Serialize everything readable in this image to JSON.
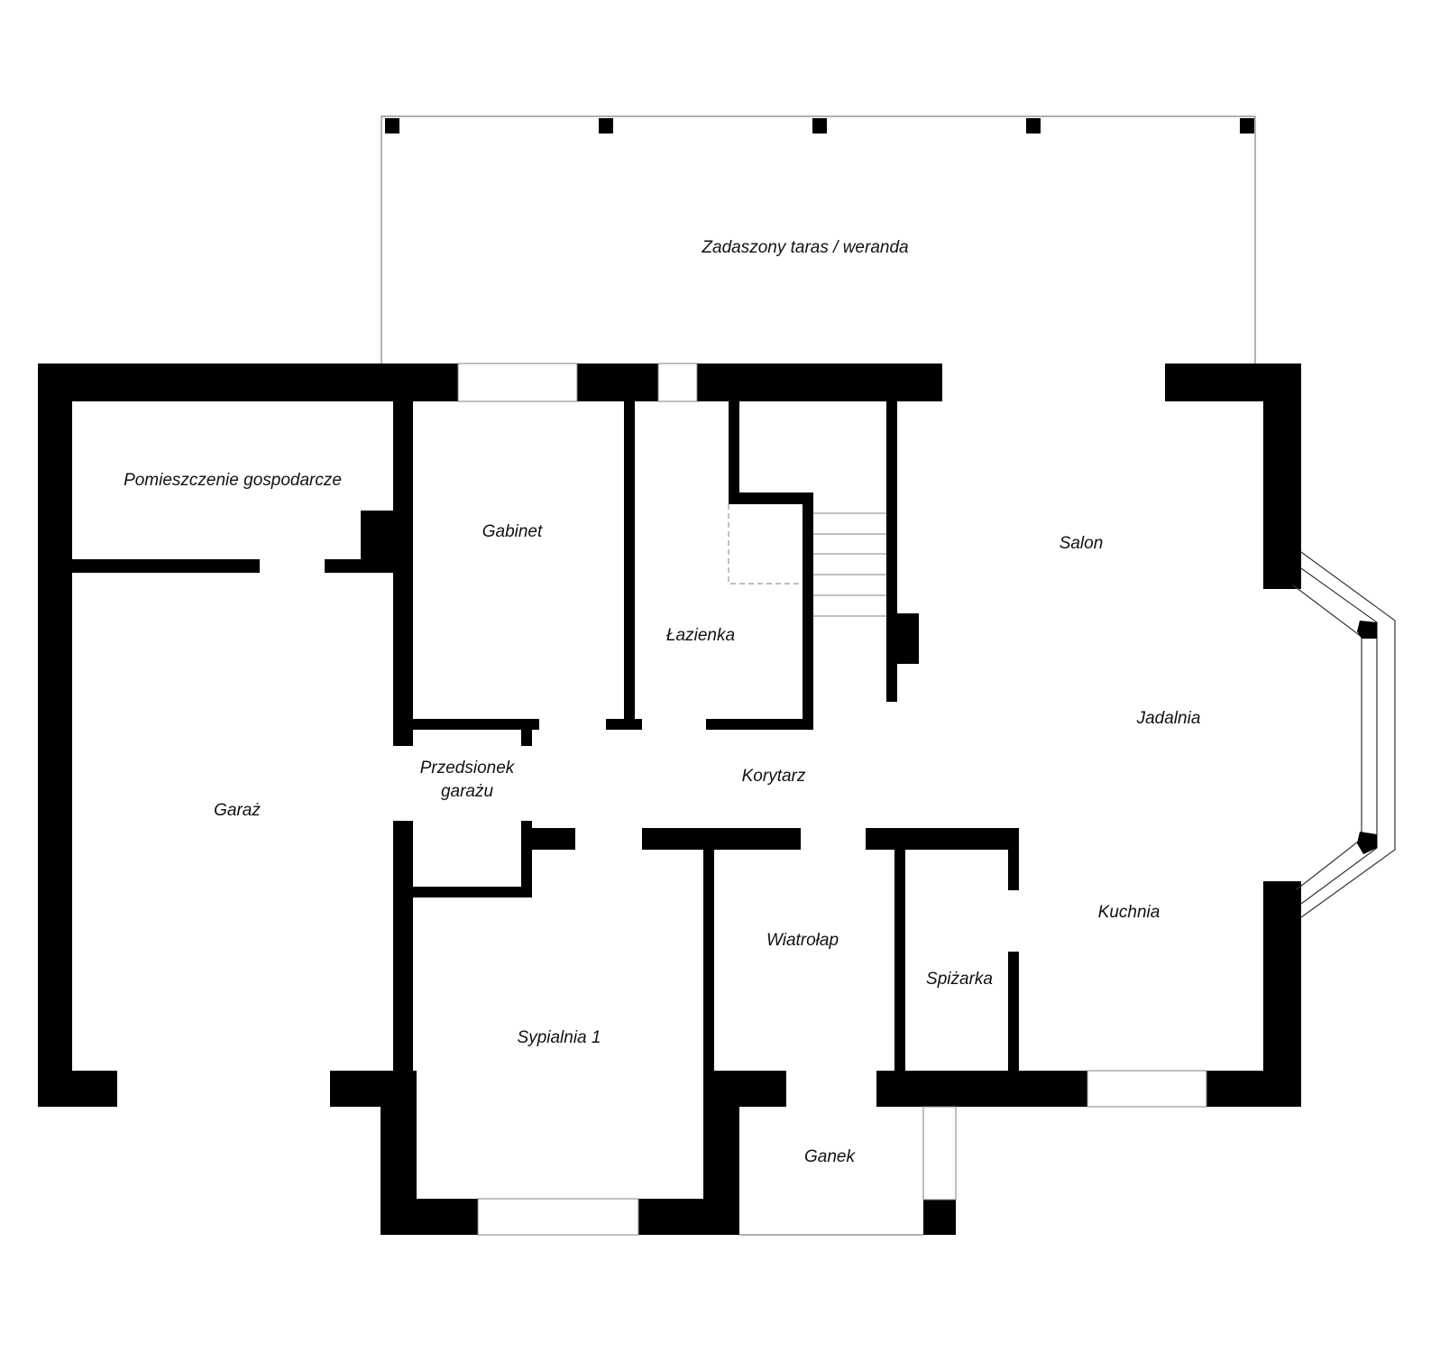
{
  "plan": {
    "type": "floor-plan",
    "colors": {
      "wall": "#000000",
      "background": "#ffffff",
      "thin_line": "#808080"
    },
    "rooms": {
      "terrace": "Zadaszony taras / weranda",
      "utility": "Pomieszczenie gospodarcze",
      "office": "Gabinet",
      "bathroom": "Łazienka",
      "living": "Salon",
      "dining": "Jadalnia",
      "garage": "Garaż",
      "garage_vestibule_1": "Przedsionek",
      "garage_vestibule_2": "garażu",
      "corridor": "Korytarz",
      "windbreak": "Wiatrołap",
      "pantry": "Spiżarka",
      "kitchen": "Kuchnia",
      "bedroom": "Sypialnia 1",
      "porch": "Ganek"
    }
  }
}
